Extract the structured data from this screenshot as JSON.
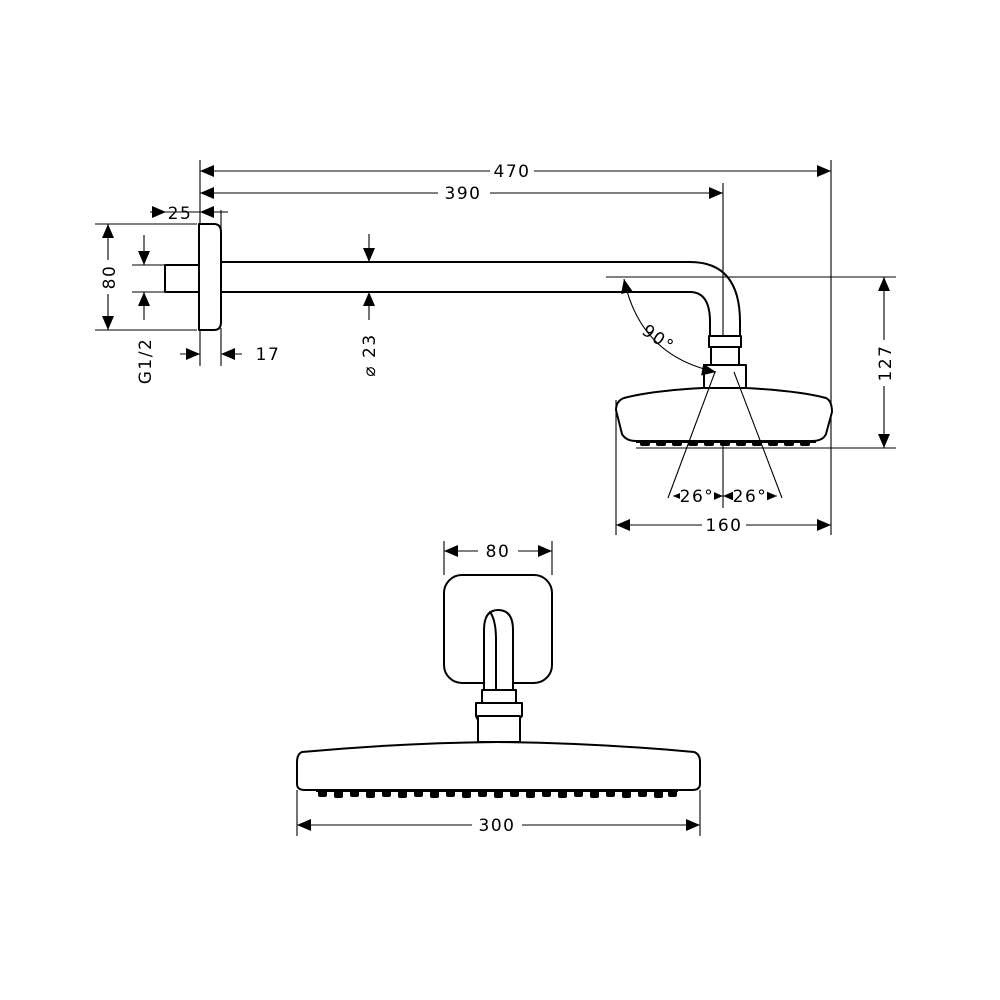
{
  "side_view": {
    "overall_length": "470",
    "arm_length": "390",
    "rosette_depth": "25",
    "rosette_height": "80",
    "thread": "G1/2",
    "wall_offset": "17",
    "pipe_diameter": "⌀ 23",
    "angle": "90°",
    "head_height": "127",
    "spray_angle_left": "26°",
    "spray_angle_right": "26°",
    "head_diameter": "160"
  },
  "front_view": {
    "rosette_width": "80",
    "head_width": "300"
  }
}
